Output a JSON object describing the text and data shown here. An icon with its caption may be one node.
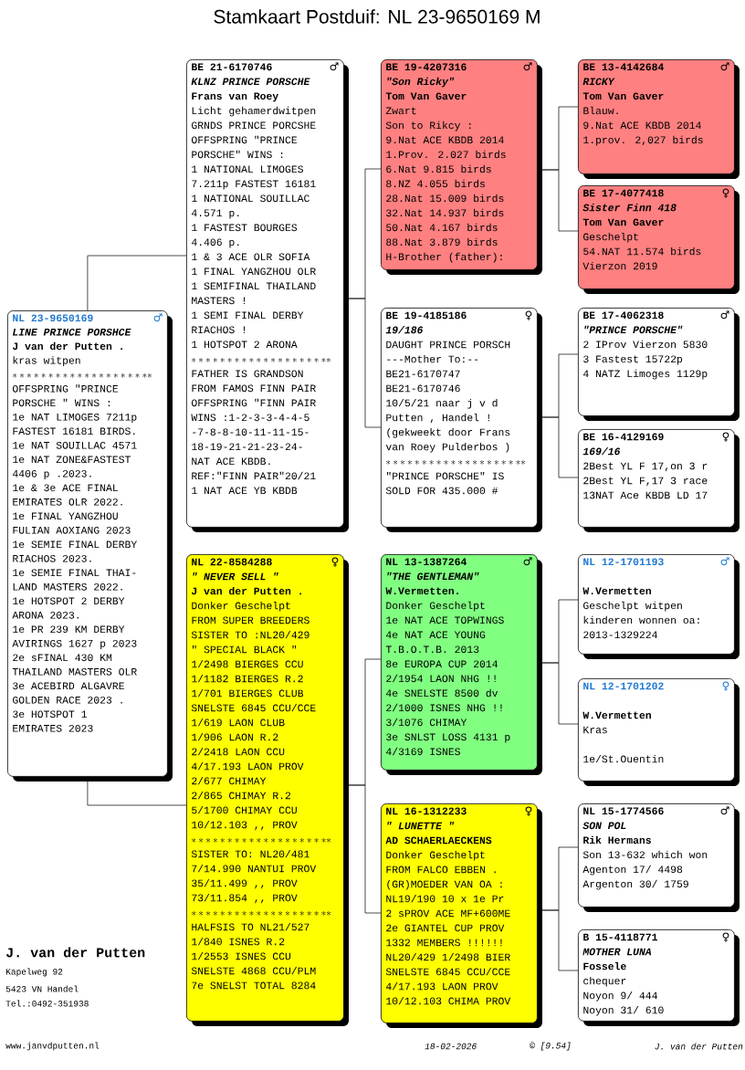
{
  "diagram": {
    "title": "Stamkaart Postduif: NL 23-9650169 M",
    "nodes": [
      {
        "text": [
          "NL 23-9650169",
          "♂",
          "LINE PRINCE PORSHCE",
          "J van der Putten .",
          "kras witpen",
          "********************",
          "OFFSPRING \"PRINCE",
          "PORSCHE \" WINS :",
          "1e NAT LIMOGES 7211p",
          "FASTEST 16181 BIRDS.",
          "1e NAT SOUILLAC 4571",
          "1e NAT ZONE&FASTEST",
          "4406 p .2023.",
          "1e & 3e ACE FINAL",
          "EMIRATES OLR 2022.",
          "1e FINAL YANGZHOU",
          "FULIAN AOXIANG 2023",
          "1e SEMIE FINAL DERBY",
          "RIACHOS 2023.",
          "1e SEMIE FINAL THAI-",
          "LAND MASTERS 2022.",
          "1e HOTSPOT 2 DERBY",
          "ARONA 2023.",
          "1e PR 239 KM DERBY",
          "AVIRINGS 1627 p 2023",
          "2e sFINAL 430 KM",
          "THAILAND MASTERS OLR",
          "3e ACEBIRD ALGAVRE",
          "GOLDEN RACE 2023 .",
          "3e HOTSPOT 1",
          "EMIRATES 2023"
        ]
      },
      {
        "text": [
          "BE 21-6170746",
          "♂",
          "KLNZ PRINCE PORSCHE",
          "Frans van Roey",
          "Licht gehamerdwitpen",
          "GRNDS PRINCE PORCSHE",
          "OFFSPRING \"PRINCE",
          "PORSCHE\" WINS :",
          "1 NATIONAL LIMOGES",
          "7.211p FASTEST 16181",
          "1 NATIONAL SOUILLAC",
          "4.571 p.",
          "1 FASTEST BOURGES",
          "4.406 p.",
          "1 & 3 ACE OLR SOFIA",
          "1 FINAL YANGZHOU OLR",
          "1 SEMIFINAL THAILAND",
          "MASTERS !",
          "1 SEMI FINAL DERBY",
          "RIACHOS !",
          "1 HOTSPOT 2 ARONA",
          "********************",
          "FATHER IS GRANDSON",
          "FROM FAMOS FINN PAIR",
          "OFFSPRING \"FINN PAIR",
          "WINS :1-2-3-3-4-4-5",
          "-7-8-8-10-11-11-15-",
          "18-19-21-21-23-24-",
          "NAT ACE KBDB.",
          "REF:\"FINN PAIR\"20/21",
          "1 NAT ACE YB KBDB"
        ]
      },
      {
        "text": [
          "BE 19-4207316",
          "♂",
          "\"Son Ricky\"",
          "Tom Van Gaver",
          "Zwart",
          "Son to Rikcy :",
          "9.Nat ACE KBDB 2014",
          "1.Prov. 2.027 birds",
          "6.Nat 9.815 birds",
          "8.NZ 4.055 birds",
          "28.Nat 15.009 birds",
          "32.Nat 14.937 birds",
          "50.Nat 4.167 birds",
          "88.Nat 3.879 birds",
          "H-Brother (father):"
        ]
      },
      {
        "text": [
          "BE 13-4142684",
          "♂",
          "RICKY",
          "Tom Van Gaver",
          "Blauw.",
          "9.Nat ACE KBDB 2014",
          "1.prov. 2,027 birds"
        ]
      },
      {
        "text": [
          "BE 17-4077418",
          "♀",
          "Sister Finn 418",
          "Tom Van Gaver",
          "Geschelpt",
          "54.NAT 11.574 birds",
          "Vierzon 2019"
        ]
      },
      {
        "text": [
          "BE 19-4185186",
          "♀",
          "19/186",
          "DAUGHT PRINCE PORSCH",
          "---Mother To:--",
          "BE21-6170747",
          "BE21-6170746",
          "10/5/21 naar j v d",
          "Putten , Handel !",
          "(gekweekt door Frans",
          "van Roey Pulderbos )",
          "********************",
          "\"PRINCE PORSCHE\" IS",
          "SOLD FOR 435.000 #"
        ]
      },
      {
        "text": [
          "BE 17-4062318",
          "♂",
          "\"PRINCE PORSCHE\"",
          "2 IProv Vierzon 5830",
          "3 Fastest 15722p",
          "4 NATZ Limoges 1129p"
        ]
      },
      {
        "text": [
          "BE 16-4129169",
          "♀",
          "169/16",
          "2Best YL F 17,on 3 r",
          "2Best YL F,17 3 race",
          "13NAT Ace KBDB LD 17"
        ]
      },
      {
        "text": [
          "NL 22-8584288",
          "♀",
          "\" NEVER SELL \"",
          "J van der Putten .",
          "Donker Geschelpt",
          "FROM SUPER BREEDERS",
          "SISTER TO :NL20/429",
          "\" SPECIAL BLACK \"",
          "1/2498 BIERGES CCU",
          "1/1182 BIERGES R.2",
          "1/701 BIERGES CLUB",
          "SNELSTE 6845 CCU/CCE",
          "1/619 LAON CLUB",
          "1/906 LAON R.2",
          "2/2418 LAON CCU",
          "4/17.193 LAON PROV",
          "2/677 CHIMAY",
          "2/865 CHIMAY R.2",
          "5/1700 CHIMAY CCU",
          "10/12.103 ,, PROV",
          "********************",
          "SISTER TO: NL20/481",
          "7/14.990 NANTUI PROV",
          "35/11.499 ,, PROV",
          "73/11.854 ,, PROV",
          "********************",
          "HALFSIS TO NL21/527",
          "1/840 ISNES R.2",
          "1/2553 ISNES CCU",
          "SNELSTE 4868 CCU/PLM",
          "7e SNELST TOTAL 8284"
        ]
      },
      {
        "text": [
          "NL 13-1387264",
          "♂",
          "\"THE GENTLEMAN\"",
          "W.Vermetten.",
          "Donker Geschelpt",
          "1e NAT ACE TOPWINGS",
          "4e NAT ACE YOUNG",
          "T.B.O.T.B. 2013",
          "8e EUROPA CUP 2014",
          "2/1954 LAON NHG !!",
          "4e SNELSTE 8500 dv",
          "2/1000 ISNES NHG !!",
          "3/1076 CHIMAY",
          "3e SNLST LOSS 4131 p",
          "4/3169 ISNES"
        ]
      },
      {
        "text": [
          "NL 12-1701193",
          "♂",
          "W.Vermetten",
          "Geschelpt witpen",
          "kinderen wonnen oa:",
          "2013-1329224"
        ]
      },
      {
        "text": [
          "NL 12-1701202",
          "♀",
          "W.Vermetten",
          "Kras",
          "1e/St.Ouentin"
        ]
      },
      {
        "text": [
          "NL 16-1312233",
          "♀",
          "\" LUNETTE \"",
          "AD SCHAERLAECKENS",
          "Donker Geschelpt",
          "FROM FALCO EBBEN .",
          "(GR)MOEDER VAN OA :",
          "NL19/190 10 x 1e Pr",
          "2 sPROV ACE MF+600ME",
          "2e GIANTEL CUP PROV",
          "1332 MEMBERS !!!!!!",
          "NL20/429 1/2498 BIER",
          "SNELSTE 6845 CCU/CCE",
          "4/17.193 LAON PROV",
          "10/12.103 CHIMA PROV"
        ]
      },
      {
        "text": [
          "NL 15-1774566",
          "♂",
          "SON POL",
          "Rik Hermans",
          "Son 13-632 which won",
          "Agenton 17/ 4498",
          "Argenton 30/ 1759"
        ]
      },
      {
        "text": [
          "B 15-4118771",
          "♀",
          "MOTHER LUNA",
          "Fossele",
          "chequer",
          "Noyon 9/ 444",
          "Noyon 31/ 610"
        ]
      }
    ],
    "edges": [
      {
        "from": 0,
        "to": 1,
        "arrow": "none"
      },
      {
        "from": 0,
        "to": 8,
        "arrow": "none"
      },
      {
        "from": 1,
        "to": 2,
        "arrow": "none"
      },
      {
        "from": 1,
        "to": 5,
        "arrow": "none"
      },
      {
        "from": 2,
        "to": 3,
        "arrow": "none"
      },
      {
        "from": 2,
        "to": 4,
        "arrow": "none"
      },
      {
        "from": 5,
        "to": 6,
        "arrow": "none"
      },
      {
        "from": 5,
        "to": 7,
        "arrow": "none"
      },
      {
        "from": 8,
        "to": 9,
        "arrow": "none"
      },
      {
        "from": 8,
        "to": 12,
        "arrow": "none"
      },
      {
        "from": 9,
        "to": 10,
        "arrow": "none"
      },
      {
        "from": 9,
        "to": 11,
        "arrow": "none"
      },
      {
        "from": 12,
        "to": 13,
        "arrow": "none"
      },
      {
        "from": 12,
        "to": 14,
        "arrow": "none"
      }
    ],
    "labels": [
      "J. van der Putten",
      "Kapelweg 92",
      "5423 VN Handel",
      "Tel.:0492-351938",
      "www.janvdputten.nl",
      "18-02-2026",
      "© [9.54]",
      "J. van der Putten"
    ]
  }
}
